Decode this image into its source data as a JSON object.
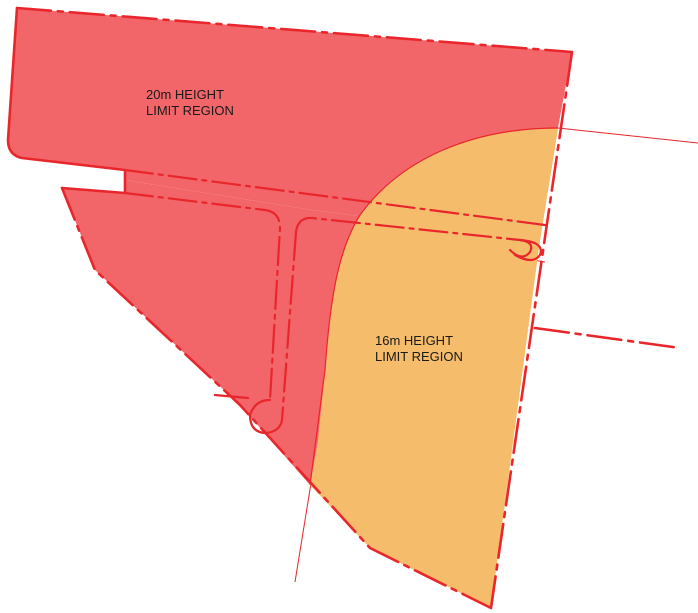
{
  "map": {
    "regions": [
      {
        "id": "region-20m",
        "label_lines": [
          "20m HEIGHT",
          "LIMIT REGION"
        ],
        "fill_color": "#f2666a",
        "height_limit_m": 20
      },
      {
        "id": "region-16m",
        "label_lines": [
          "16m HEIGHT",
          "LIMIT REGION"
        ],
        "fill_color": "#f4bc6b",
        "height_limit_m": 16
      }
    ],
    "colors": {
      "boundary": "#e8262b",
      "road": "#e8262b",
      "guide_line": "#e8262b",
      "background": "#ffffff"
    }
  }
}
